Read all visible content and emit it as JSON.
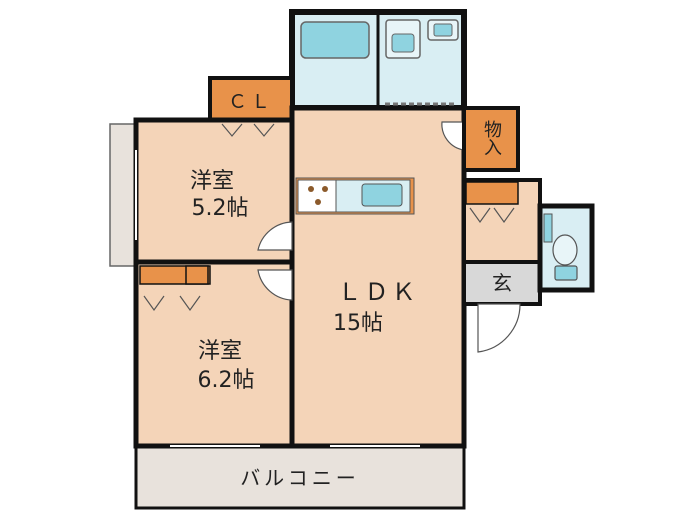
{
  "rooms": {
    "western_room_1": {
      "name": "洋室",
      "size": "5.2帖"
    },
    "western_room_2": {
      "name": "洋室",
      "size": "6.2帖"
    },
    "ldk": {
      "name": "ＬＤＫ",
      "size": "15帖"
    },
    "closet": {
      "name": "ＣＬ"
    },
    "storage": {
      "name": "物入"
    },
    "entrance": {
      "name": "玄"
    },
    "balcony": {
      "name": "バルコニー"
    }
  },
  "colors": {
    "room_floor": "#F4D4B8",
    "storage": "#E8924A",
    "wet_area": "#D9EEF3",
    "fixture": "#8FD3E0",
    "balcony": "#E8E2DC",
    "entrance": "#D8D8D8",
    "wall": "#111111"
  },
  "icons": [
    "bathtub-icon",
    "washbasin-icon",
    "washer-icon",
    "stove-icon",
    "sink-icon",
    "toilet-icon"
  ]
}
